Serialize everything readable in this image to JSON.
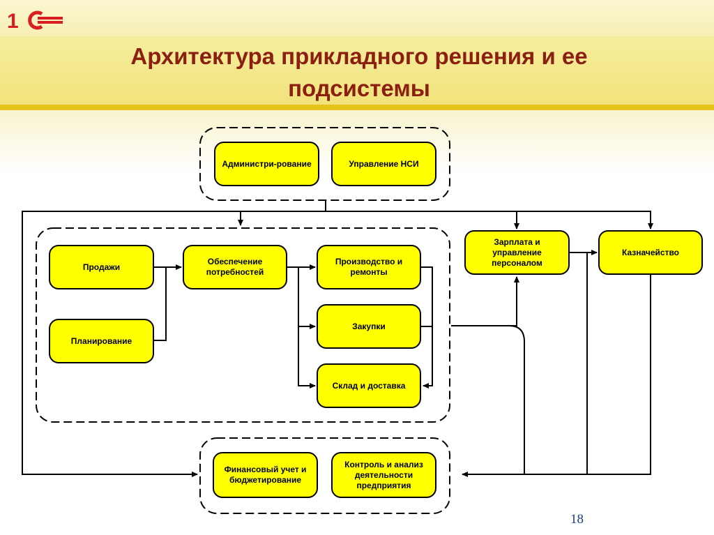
{
  "logo": {
    "text": "1С",
    "icon": "1c-logo-icon",
    "color": "#d81e1e"
  },
  "title": "Архитектура прикладного решения и ее подсистемы",
  "page_number": "18",
  "colors": {
    "box_fill": "#ffff00",
    "title": "#8b1f12",
    "band": "#f1e27a"
  },
  "blocks": {
    "admin": "Администри-рование",
    "nsi": "Управление НСИ",
    "sales": "Продажи",
    "planning": "Планирование",
    "supply": "Обеспечение потребностей",
    "production": "Производство и ремонты",
    "purchases": "Закупки",
    "warehouse": "Склад и доставка",
    "salary": "Зарплата и управление персоналом",
    "treasury": "Казначейство",
    "finance": "Финансовый учет и бюджетирование",
    "control": "Контроль и анализ деятельности предприятия"
  }
}
